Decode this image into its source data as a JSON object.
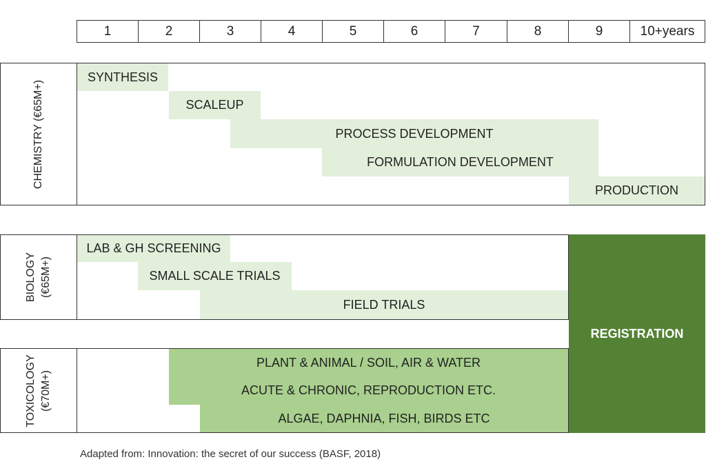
{
  "years": [
    "1",
    "2",
    "3",
    "4",
    "5",
    "6",
    "7",
    "8",
    "9",
    "10+years"
  ],
  "sections": {
    "chemistry": {
      "label": "CHEMISTRY (€65M+)",
      "bars": [
        "SYNTHESIS",
        "SCALEUP",
        "PROCESS DEVELOPMENT",
        "FORMULATION DEVELOPMENT",
        "PRODUCTION"
      ]
    },
    "biology": {
      "label_line1": "BIOLOGY",
      "label_line2": "(€65M+)",
      "bars": [
        "LAB & GH SCREENING",
        "SMALL SCALE TRIALS",
        "FIELD TRIALS"
      ]
    },
    "toxicology": {
      "label_line1": "TOXICOLOGY",
      "label_line2": "(€70M+)",
      "bars": [
        "PLANT & ANIMAL / SOIL, AIR & WATER",
        "ACUTE & CHRONIC, REPRODUCTION ETC.",
        "ALGAE, DAPHNIA, FISH, BIRDS ETC"
      ]
    }
  },
  "registration_label": "REGISTRATION",
  "caption": "Adapted from: Innovation: the secret of our success (BASF, 2018)",
  "colors": {
    "light_bar": "#e2efda",
    "mid_bar": "#a9d08e",
    "registration": "#548235"
  }
}
